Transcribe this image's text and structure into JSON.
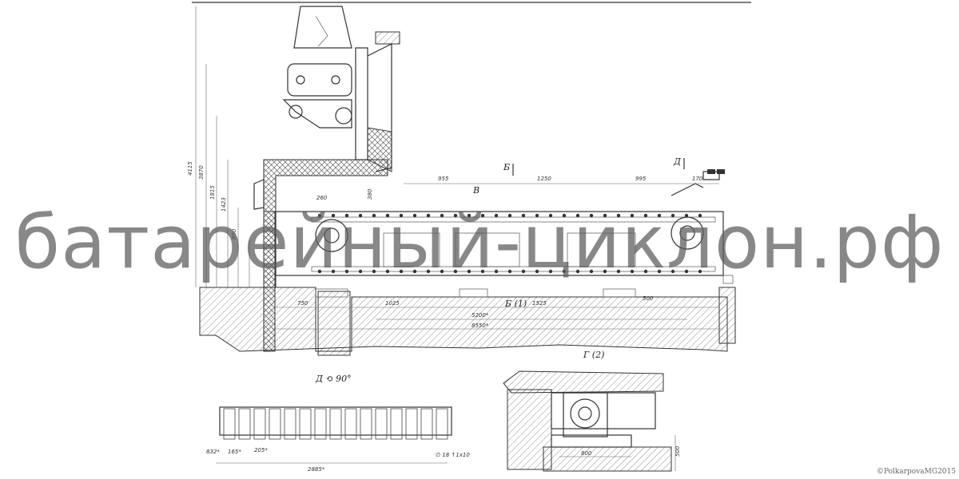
{
  "watermark": "батарейный-циклон.рф",
  "copyright": "©PolkarpovaMG2015",
  "views": {
    "detail_d": "Д ⟲ 90°",
    "section_g": "Г (2)",
    "section_b": "Б",
    "mark_d": "Д",
    "mark_v": "В",
    "mark_b_bottom": "Б (1)"
  },
  "dimensions": {
    "top": [
      "955",
      "1250",
      "995",
      "170"
    ],
    "bottom": [
      "750",
      "1025",
      "1525",
      "500"
    ],
    "overall_1": "5200*",
    "overall_2": "8550*",
    "left_heights": [
      "4115",
      "3870",
      "1815",
      "1423",
      "850",
      "380"
    ],
    "left_small": [
      "260"
    ],
    "detail_d": [
      "832*",
      "165*",
      "205*",
      "2885*"
    ],
    "detail_d_note": "∅ 18  ↑1x10",
    "section_g": [
      "800",
      "500"
    ]
  }
}
